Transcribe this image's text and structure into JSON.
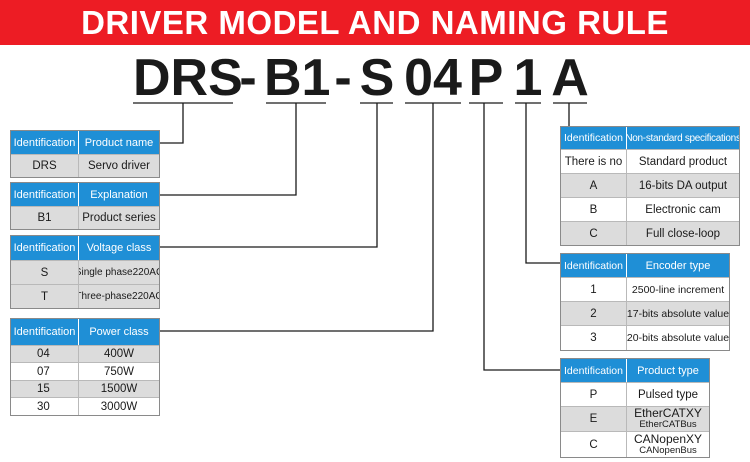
{
  "title": "DRIVER MODEL AND NAMING RULE",
  "model_code": {
    "part1": "DRS",
    "dash1": "-",
    "part2": "B1",
    "dash2": "-",
    "part3": "S",
    "part4": "04",
    "part5": "P",
    "part6": "1",
    "part7": "A"
  },
  "line_color": "#1a1a1a",
  "header_color": "#1f8fd6",
  "tables": {
    "product_name": {
      "h1": "Identification",
      "h2": "Product name",
      "rows": [
        [
          "DRS",
          "Servo driver"
        ]
      ]
    },
    "explanation": {
      "h1": "Identification",
      "h2": "Explanation",
      "rows": [
        [
          "B1",
          "Product series"
        ]
      ]
    },
    "voltage": {
      "h1": "Identification",
      "h2": "Voltage class",
      "rows": [
        [
          "S",
          "Single phase220AC"
        ],
        [
          "T",
          "Three-phase220AC"
        ]
      ]
    },
    "power": {
      "h1": "Identification",
      "h2": "Power class",
      "rows": [
        [
          "04",
          "400W"
        ],
        [
          "07",
          "750W"
        ],
        [
          "15",
          "1500W"
        ],
        [
          "30",
          "3000W"
        ]
      ]
    },
    "nonstandard": {
      "h1": "Identification",
      "h2": "Non-standard specifications",
      "rows": [
        [
          "There is no",
          "Standard product"
        ],
        [
          "A",
          "16-bits DA output"
        ],
        [
          "B",
          "Electronic cam"
        ],
        [
          "C",
          "Full close-loop"
        ]
      ]
    },
    "encoder": {
      "h1": "Identification",
      "h2": "Encoder type",
      "rows": [
        [
          "1",
          "2500-line increment"
        ],
        [
          "2",
          "17-bits absolute value"
        ],
        [
          "3",
          "20-bits absolute value"
        ]
      ]
    },
    "product_type": {
      "h1": "Identification",
      "h2": "Product type",
      "rows": [
        [
          "P",
          "Pulsed type"
        ]
      ],
      "row_e": {
        "id": "E",
        "line1": "EtherCATXY",
        "line2": "EtherCATBus"
      },
      "row_c": {
        "id": "C",
        "line1": "CANopenXY",
        "line2": "CANopenBus"
      }
    }
  }
}
